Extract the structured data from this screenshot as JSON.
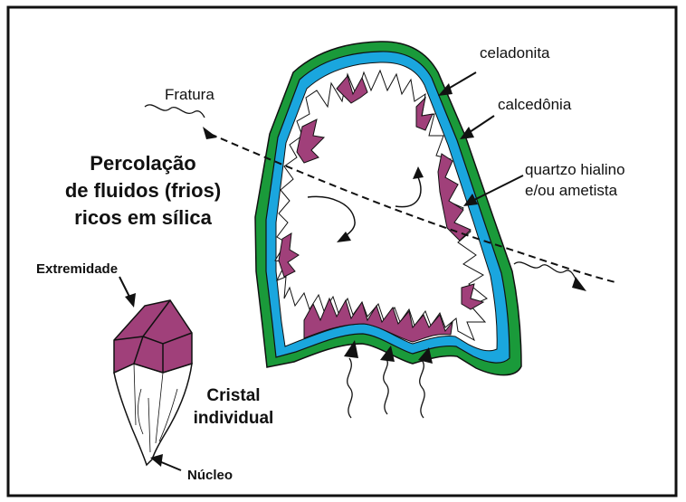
{
  "labels": {
    "fracture": "Fratura",
    "celadonite": "celadonita",
    "chalcedony": "calcedônia",
    "quartz": [
      "quartzo hialino",
      "e/ou ametista"
    ],
    "percolation": [
      "Percolação",
      "de fluidos (frios)",
      "ricos em sílica"
    ],
    "tip": "Extremidade",
    "crystal": [
      "Cristal",
      "individual"
    ],
    "core": "Núcleo"
  },
  "colors": {
    "celadonite": "#1a9a3a",
    "chalcedony": "#1aa6de",
    "amethyst": "#a0407a",
    "frame": "#111111"
  }
}
